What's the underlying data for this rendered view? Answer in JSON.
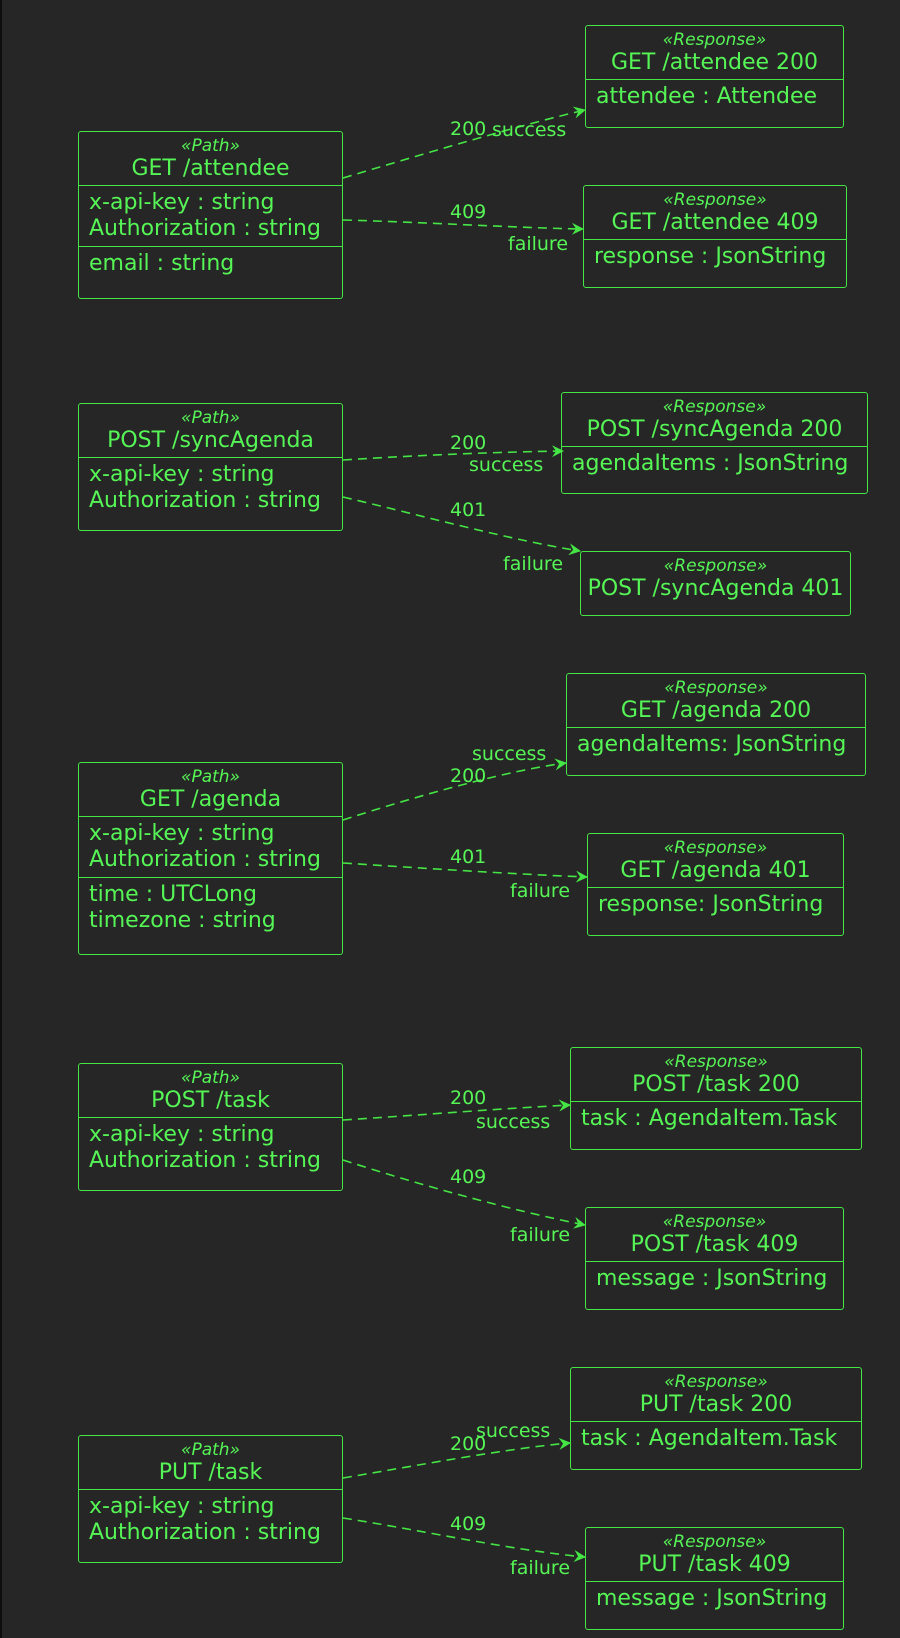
{
  "stereotypes": {
    "path": "«Path»",
    "response": "«Response»"
  },
  "paths": [
    {
      "title": "GET /attendee",
      "params": [
        "x-api-key : string",
        "Authorization : string"
      ],
      "extra": [
        "email : string"
      ]
    },
    {
      "title": "POST /syncAgenda",
      "params": [
        "x-api-key : string",
        "Authorization : string"
      ],
      "extra": []
    },
    {
      "title": "GET /agenda",
      "params": [
        "x-api-key : string",
        "Authorization : string"
      ],
      "extra": [
        "time : UTCLong",
        "timezone : string"
      ]
    },
    {
      "title": "POST /task",
      "params": [
        "x-api-key : string",
        "Authorization : string"
      ],
      "extra": []
    },
    {
      "title": "PUT /task",
      "params": [
        "x-api-key : string",
        "Authorization : string"
      ],
      "extra": []
    }
  ],
  "responses": [
    {
      "title": "GET /attendee 200",
      "field": "attendee : Attendee"
    },
    {
      "title": "GET /attendee 409",
      "field": "response : JsonString"
    },
    {
      "title": "POST /syncAgenda 200",
      "field": "agendaItems : JsonString"
    },
    {
      "title": "POST /syncAgenda 401",
      "field": ""
    },
    {
      "title": "GET /agenda 200",
      "field": "agendaItems: JsonString"
    },
    {
      "title": "GET /agenda 401",
      "field": "response: JsonString"
    },
    {
      "title": "POST /task 200",
      "field": "task : AgendaItem.Task"
    },
    {
      "title": "POST /task 409",
      "field": "message : JsonString"
    },
    {
      "title": "PUT /task 200",
      "field": "task : AgendaItem.Task"
    },
    {
      "title": "PUT /task 409",
      "field": "message : JsonString"
    }
  ],
  "links": [
    {
      "code": "200",
      "result": "success"
    },
    {
      "code": "409",
      "result": "failure"
    },
    {
      "code": "200",
      "result": "success"
    },
    {
      "code": "401",
      "result": "failure"
    },
    {
      "code": "200",
      "result": "success"
    },
    {
      "code": "401",
      "result": "failure"
    },
    {
      "code": "200",
      "result": "success"
    },
    {
      "code": "409",
      "result": "failure"
    },
    {
      "code": "200",
      "result": "success"
    },
    {
      "code": "409",
      "result": "failure"
    }
  ],
  "colors": {
    "background": "#262626",
    "accent": "#44e544",
    "text": "#56f556"
  }
}
